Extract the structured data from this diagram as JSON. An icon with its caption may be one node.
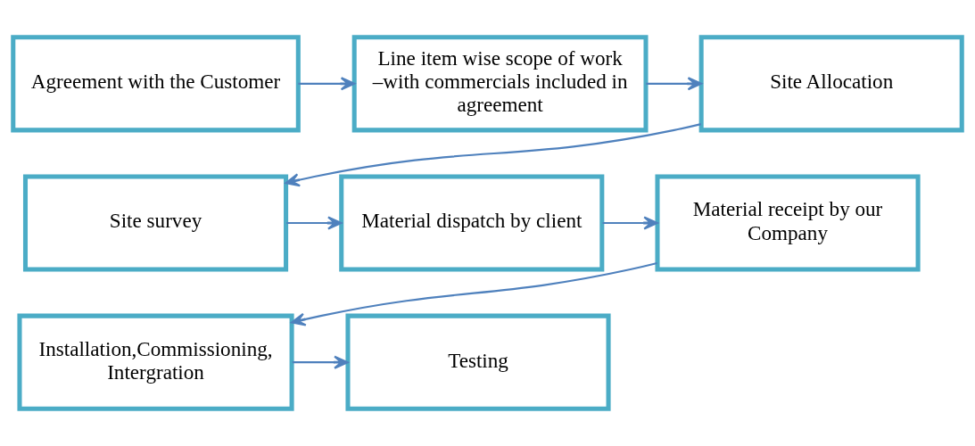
{
  "diagram": {
    "nodes": [
      {
        "text": [
          "Agreement with the Customer"
        ]
      },
      {
        "text": [
          "Line item wise scope of work –with commercials included in agreement"
        ]
      },
      {
        "text": [
          "Site Allocation"
        ]
      },
      {
        "text": [
          "Site survey"
        ]
      },
      {
        "text": [
          "Material dispatch by client"
        ]
      },
      {
        "text": [
          "Material receipt by our Company"
        ]
      },
      {
        "text": [
          "Installation,Commissioning, Intergration"
        ]
      },
      {
        "text": [
          "Testing"
        ]
      }
    ],
    "edges": [
      {
        "from": 0,
        "to": 1,
        "arrow": "to"
      },
      {
        "from": 1,
        "to": 2,
        "arrow": "to"
      },
      {
        "from": 2,
        "to": 3,
        "arrow": "to"
      },
      {
        "from": 3,
        "to": 4,
        "arrow": "to"
      },
      {
        "from": 4,
        "to": 5,
        "arrow": "to"
      },
      {
        "from": 5,
        "to": 6,
        "arrow": "to"
      },
      {
        "from": 6,
        "to": 7,
        "arrow": "to"
      }
    ]
  }
}
